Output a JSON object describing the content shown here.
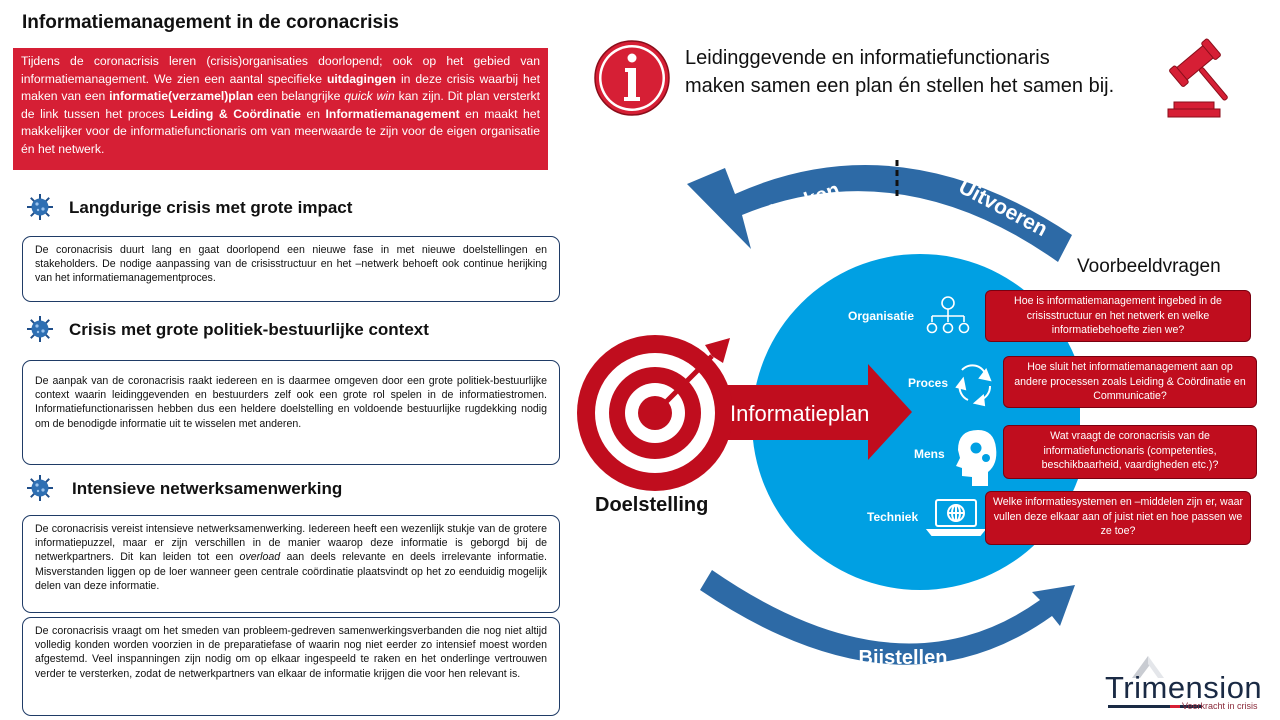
{
  "title": "Informatiemanagement in de coronacrisis",
  "intro": {
    "p1": "Tijdens de coronacrisis leren (crisis)organisaties doorlopend; ook op het gebied van informatiemanagement. We zien een aantal specifieke ",
    "b1": "uitdagingen",
    "p2": " in deze crisis waarbij het maken van een ",
    "b2": "informatie(verzamel)plan",
    "p3": " een belangrijke ",
    "i1": "quick win",
    "p4": " kan zijn. Dit plan versterkt de link tussen het proces ",
    "b3": "Leiding & Coördinatie",
    "p5": " en ",
    "b4": "Informatiemanagement",
    "p6": " en maakt het makkelijker voor de informatiefunctionaris om van meerwaarde te zijn voor de eigen organisatie én het netwerk."
  },
  "sections": [
    {
      "title": "Langdurige crisis met grote impact",
      "text": "De coronacrisis duurt lang en gaat doorlopend een nieuwe fase in met nieuwe doelstellingen en stakeholders. De nodige aanpassing van de crisisstructuur en het –netwerk behoeft ook continue herijking van het informatiemanagementproces."
    },
    {
      "title": "Crisis met grote politiek-bestuurlijke context",
      "text": "De aanpak van de coronacrisis raakt iedereen en is daarmee omgeven door een grote politiek-bestuurlijke context waarin leidinggevenden en bestuurders zelf ook een grote rol spelen in de informatiestromen. Informatiefunctionarissen hebben dus een heldere doelstelling en voldoende bestuurlijke rugdekking nodig om de benodigde informatie uit te wisselen met anderen."
    },
    {
      "title": "Intensieve netwerksamenwerking",
      "text_a": "De coronacrisis vereist intensieve netwerksamenwerking. Iedereen heeft een wezenlijk stukje van de grotere informatiepuzzel, maar er zijn verschillen in de manier waarop deze informatie is geborgd bij de netwerkpartners. Dit kan leiden tot een ",
      "text_em": "overload",
      "text_b": " aan deels relevante en deels irrelevante informatie. Misverstanden liggen op de loer wanneer geen centrale coördinatie plaatsvindt op het zo eenduidig mogelijk delen van deze informatie.",
      "text2": "De coronacrisis vraagt om het smeden van probleem-gedreven samenwerkingsverbanden die nog niet altijd volledig konden worden voorzien in de preparatiefase of waarin nog niet eerder zo intensief moest worden afgestemd. Veel inspanningen zijn nodig om op elkaar ingespeeld te raken en het onderlinge vertrouwen verder te versterken, zodat de netwerkpartners van elkaar de informatie krijgen die voor hen relevant is."
    }
  ],
  "info_statement": {
    "line1": "Leidinggevende en informatiefunctionaris",
    "line2": "maken samen een plan én stellen het samen bij."
  },
  "cycle": {
    "checken": "Checken",
    "uitvoeren": "Uitvoeren",
    "bijstellen": "Bijstellen",
    "informatieplan": "Informatieplan",
    "doelstelling": "Doelstelling"
  },
  "aspects": [
    {
      "label": "Organisatie",
      "icon": "org-chart-icon"
    },
    {
      "label": "Proces",
      "icon": "cycle-icon"
    },
    {
      "label": "Mens",
      "icon": "head-gears-icon"
    },
    {
      "label": "Techniek",
      "icon": "laptop-globe-icon"
    }
  ],
  "voorbeeldvragen": {
    "title": "Voorbeeldvragen",
    "q1": "Hoe is informatiemanagement ingebed in de crisisstructuur en het netwerk en welke informatiebehoefte zien we?",
    "q2": "Hoe sluit het informatiemanagement aan op andere processen zoals Leiding & Coördinatie en Communicatie?",
    "q3": "Wat vraagt de coronacrisis van de informatiefunctionaris (competenties, beschikbaarheid, vaardigheden etc.)?",
    "q4": "Welke informatiesystemen en –middelen zijn er, waar vullen deze elkaar aan of juist niet en hoe passen we ze toe?"
  },
  "logo": {
    "name": "Trimension",
    "tagline": "Veerkracht in crisis"
  },
  "colors": {
    "red": "#d61f35",
    "dark_red": "#c00d1e",
    "blue": "#2d6aa6",
    "circle_blue": "#00a0e3",
    "navy": "#1f3b66"
  }
}
